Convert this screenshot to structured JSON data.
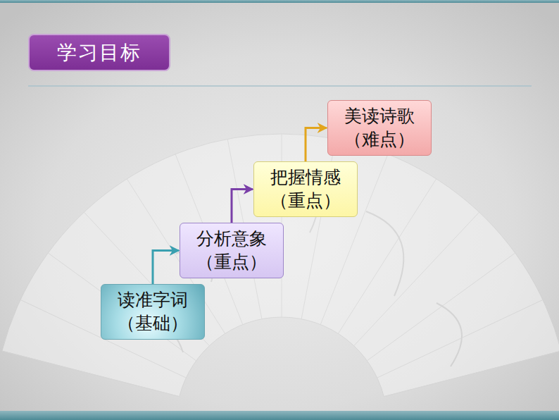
{
  "diagram": {
    "title": "学习目标",
    "nodes": [
      {
        "text": [
          "读准字词",
          "（基础）"
        ]
      },
      {
        "text": [
          "分析意象",
          "（重点）"
        ]
      },
      {
        "text": [
          "把握情感",
          "（重点）"
        ]
      },
      {
        "text": [
          "美读诗歌",
          "（难点）"
        ]
      }
    ],
    "edges": [
      {
        "from": 0,
        "to": 1,
        "arrow": "to"
      },
      {
        "from": 1,
        "to": 2,
        "arrow": "to"
      },
      {
        "from": 2,
        "to": 3,
        "arrow": "to"
      }
    ]
  }
}
